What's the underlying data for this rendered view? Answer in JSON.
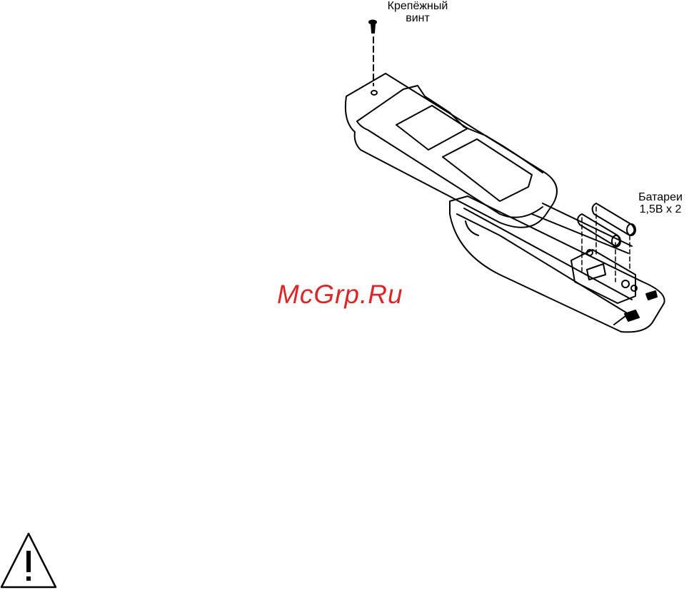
{
  "labels": {
    "screw_line1": "Крепёжный",
    "screw_line2": "винт",
    "battery_line1": "Батареи",
    "battery_line2": "1,5В х 2"
  },
  "watermark": "McGrp.Ru",
  "colors": {
    "watermark": "#d9282a",
    "ink": "#000000"
  },
  "icons": {
    "warning": "warning-triangle-icon"
  }
}
